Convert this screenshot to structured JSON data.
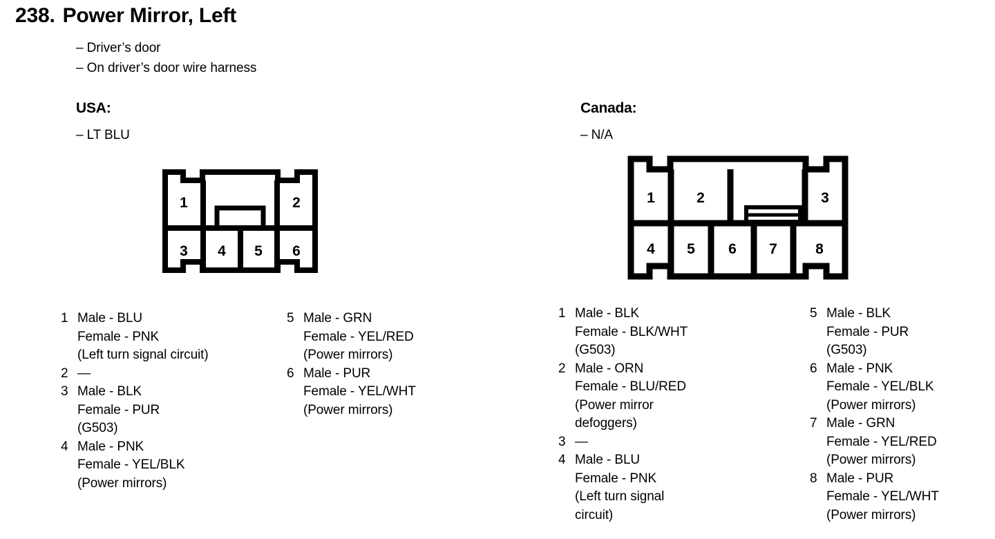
{
  "header": {
    "number": "238.",
    "title": "Power Mirror, Left",
    "notes": [
      "– Driver’s door",
      "– On driver’s door wire harness"
    ]
  },
  "markets": {
    "usa": {
      "label": "USA:",
      "wire": "– LT BLU"
    },
    "canada": {
      "label": "Canada:",
      "wire": "– N/A"
    }
  },
  "connectors": {
    "usa": {
      "name": "usa-connector-diagram",
      "pin_count": 6,
      "top_row_pins": [
        "1",
        "2"
      ],
      "bottom_row_pins": [
        "3",
        "4",
        "5",
        "6"
      ]
    },
    "canada": {
      "name": "canada-connector-diagram",
      "pin_count": 8,
      "top_row_pins": [
        "1",
        "2",
        "3"
      ],
      "bottom_row_pins": [
        "4",
        "5",
        "6",
        "7",
        "8"
      ]
    }
  },
  "pin_tables": {
    "usa_column_1": [
      {
        "pin": "1",
        "lines": [
          "Male - BLU",
          "Female - PNK",
          "(Left turn signal circuit)"
        ]
      },
      {
        "pin": "2",
        "lines": [
          "—"
        ]
      },
      {
        "pin": "3",
        "lines": [
          "Male - BLK",
          "Female - PUR",
          "(G503)"
        ]
      },
      {
        "pin": "4",
        "lines": [
          "Male - PNK",
          "Female - YEL/BLK",
          "(Power mirrors)"
        ]
      }
    ],
    "usa_column_2": [
      {
        "pin": "5",
        "lines": [
          "Male - GRN",
          "Female - YEL/RED",
          "(Power mirrors)"
        ]
      },
      {
        "pin": "6",
        "lines": [
          "Male - PUR",
          "Female - YEL/WHT",
          "(Power mirrors)"
        ]
      }
    ],
    "canada_column_1": [
      {
        "pin": "1",
        "lines": [
          "Male - BLK",
          "Female - BLK/WHT",
          "(G503)"
        ]
      },
      {
        "pin": "2",
        "lines": [
          "Male - ORN",
          "Female - BLU/RED",
          "(Power mirror",
          "defoggers)"
        ]
      },
      {
        "pin": "3",
        "lines": [
          "—"
        ]
      },
      {
        "pin": "4",
        "lines": [
          "Male - BLU",
          "Female - PNK",
          "(Left turn signal",
          "circuit)"
        ]
      }
    ],
    "canada_column_2": [
      {
        "pin": "5",
        "lines": [
          "Male - BLK",
          "Female - PUR",
          "(G503)"
        ]
      },
      {
        "pin": "6",
        "lines": [
          "Male - PNK",
          "Female - YEL/BLK",
          "(Power mirrors)"
        ]
      },
      {
        "pin": "7",
        "lines": [
          "Male - GRN",
          "Female - YEL/RED",
          "(Power mirrors)"
        ]
      },
      {
        "pin": "8",
        "lines": [
          "Male - PUR",
          "Female - YEL/WHT",
          "(Power mirrors)"
        ]
      }
    ]
  },
  "colors": {
    "ink": "#000000",
    "paper": "#ffffff"
  }
}
